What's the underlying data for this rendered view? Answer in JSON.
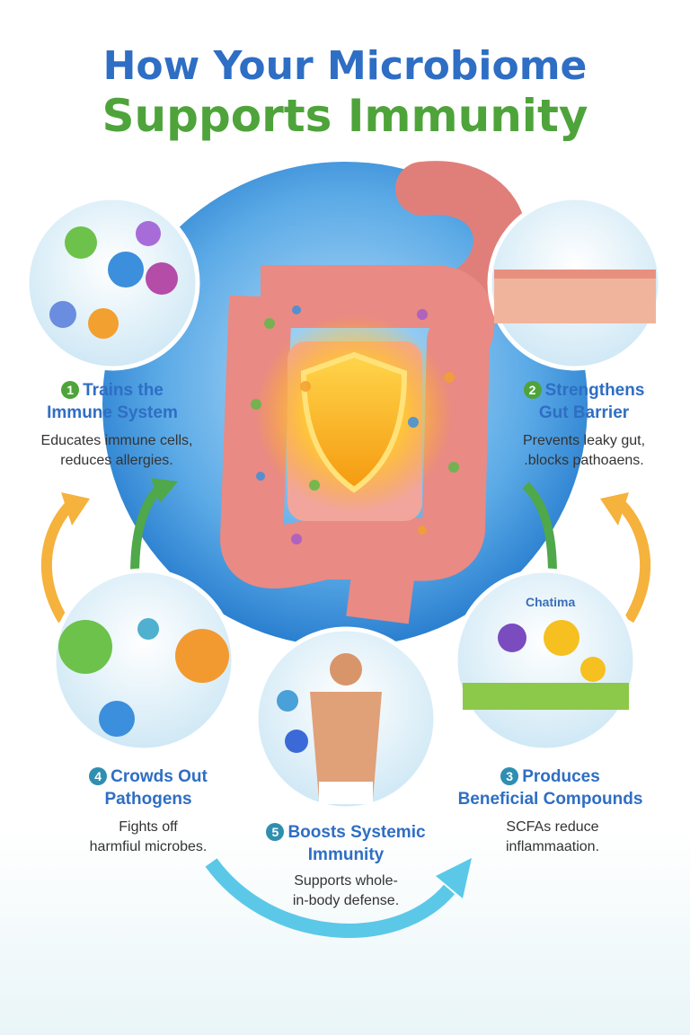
{
  "title": {
    "line1": "How Your Microbiome",
    "line2": "Supports Immunity"
  },
  "colors": {
    "title_blue": "#2e6ec4",
    "title_green": "#4ea43a",
    "circle_blue": "#3a8fd6",
    "arrow_orange": "#f5b23c",
    "arrow_green": "#4fa84a",
    "arrow_cyan": "#5bc8e8"
  },
  "center_icon": "shield-icon",
  "benefits": [
    {
      "number": "1",
      "title_line1": "Trains the",
      "title_line2": "Immune System",
      "desc_line1": "Educates immune cells,",
      "desc_line2": "reduces allergies."
    },
    {
      "number": "2",
      "title_line1": "Strengthens",
      "title_line2": "Gut Barrier",
      "desc_line1": "Prevents leaky gut,",
      "desc_line2": ".blocks pathoaens."
    },
    {
      "number": "3",
      "title_line1": "Produces",
      "title_line2": "Beneficial Compounds",
      "desc_line1": "SCFAs reduce",
      "desc_line2": "inflammaation.",
      "image_label": "Chatima"
    },
    {
      "number": "4",
      "title_line1": "Crowds Out",
      "title_line2": "Pathogens",
      "desc_line1": "Fights off",
      "desc_line2": "harmfiul microbes."
    },
    {
      "number": "5",
      "title_line1": "Boosts Systemic",
      "title_line2": "Immunity",
      "desc_line1": "Supports whole-",
      "desc_line2": "in-body defense."
    }
  ]
}
